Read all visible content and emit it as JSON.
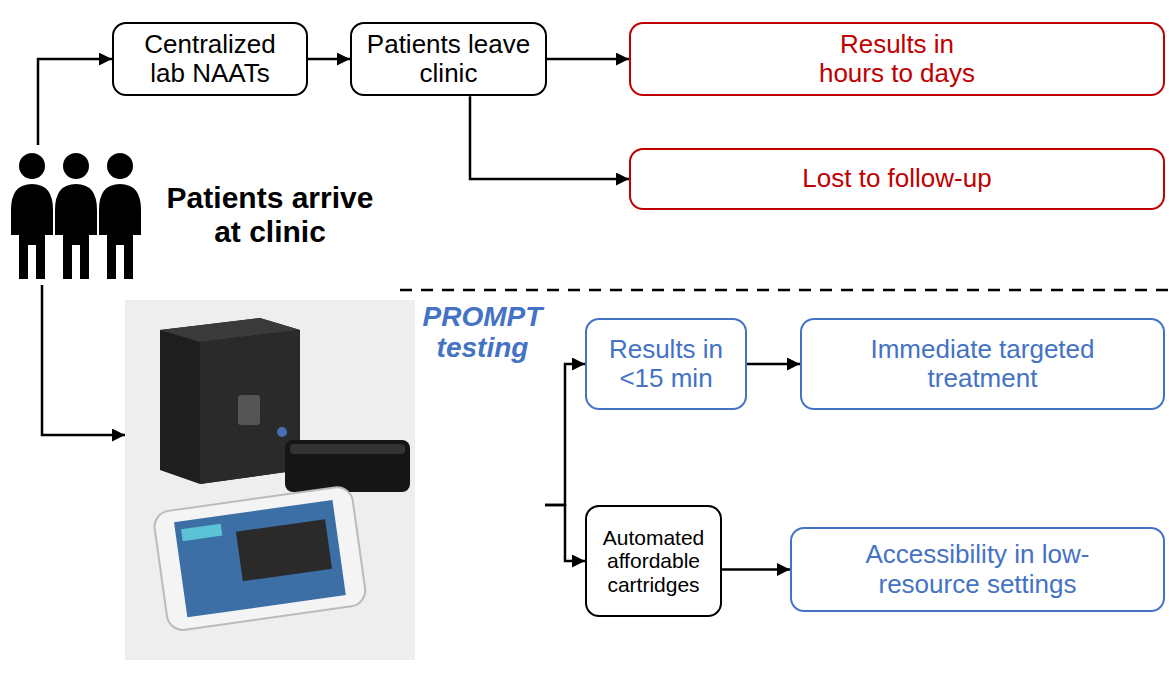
{
  "diagram": {
    "nodes": [
      {
        "text": [
          "Patients arrive at clinic"
        ]
      },
      {
        "text": [
          "Centralized lab NAATs"
        ]
      },
      {
        "text": [
          "Patients leave clinic"
        ]
      },
      {
        "text": [
          "Results in hours to days"
        ]
      },
      {
        "text": [
          "Lost to follow-up"
        ]
      },
      {
        "text": [
          "PROMPT testing"
        ]
      },
      {
        "text": [
          "Results in <15 min"
        ]
      },
      {
        "text": [
          "Immediate targeted treatment"
        ]
      },
      {
        "text": [
          "Automated affordable cartridges"
        ]
      },
      {
        "text": [
          "Accessibility in low-resource settings"
        ]
      }
    ],
    "edges": [
      {
        "from": 0,
        "to": 1,
        "arrow": "to"
      },
      {
        "from": 1,
        "to": 2,
        "arrow": "to"
      },
      {
        "from": 2,
        "to": 3,
        "arrow": "to"
      },
      {
        "from": 2,
        "to": 4,
        "arrow": "to"
      },
      {
        "from": 0,
        "to": 5,
        "arrow": "to"
      },
      {
        "from": 5,
        "to": 6,
        "arrow": "to"
      },
      {
        "from": 5,
        "to": 8,
        "arrow": "to"
      },
      {
        "from": 6,
        "to": 7,
        "arrow": "to"
      },
      {
        "from": 8,
        "to": 9,
        "arrow": "to"
      }
    ]
  }
}
